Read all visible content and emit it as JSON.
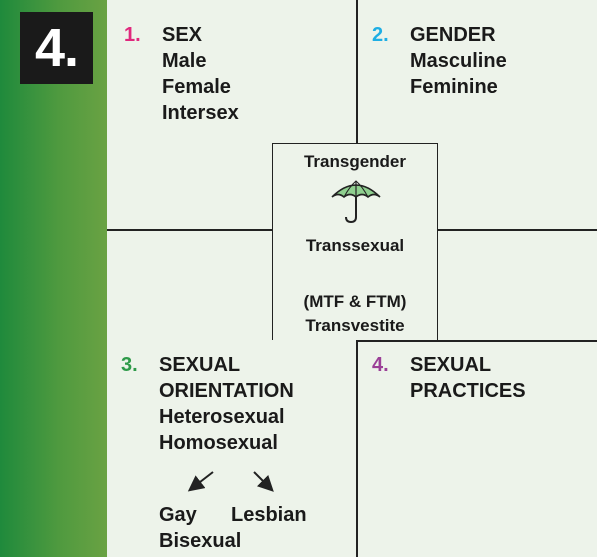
{
  "badge": "4.",
  "quadrants": {
    "sex": {
      "number": "1.",
      "title": "SEX",
      "items": [
        "Male",
        "Female",
        "Intersex"
      ]
    },
    "gender": {
      "number": "2.",
      "title": "GENDER",
      "items": [
        "Masculine",
        "Feminine"
      ]
    },
    "orientation": {
      "number": "3.",
      "title_line1": "SEXUAL",
      "title_line2": "ORIENTATION",
      "items": [
        "Heterosexual",
        "Homosexual"
      ],
      "branches": [
        "Gay",
        "Lesbian"
      ],
      "last": "Bisexual"
    },
    "practices": {
      "number": "4.",
      "title_line1": "SEXUAL",
      "title_line2": "PRACTICES"
    }
  },
  "center": {
    "top": "Transgender",
    "middle": "Transsexual",
    "sub": "(MTF & FTM)",
    "bottom": "Transvestite",
    "umbrella_icon": "umbrella-icon"
  },
  "colors": {
    "sidebar": "#2e9a49",
    "num1": "#e0287d",
    "num2": "#1eaee4",
    "num3": "#2e9a49",
    "num4": "#9b3f97",
    "umbrella": "#8fcf8f"
  }
}
